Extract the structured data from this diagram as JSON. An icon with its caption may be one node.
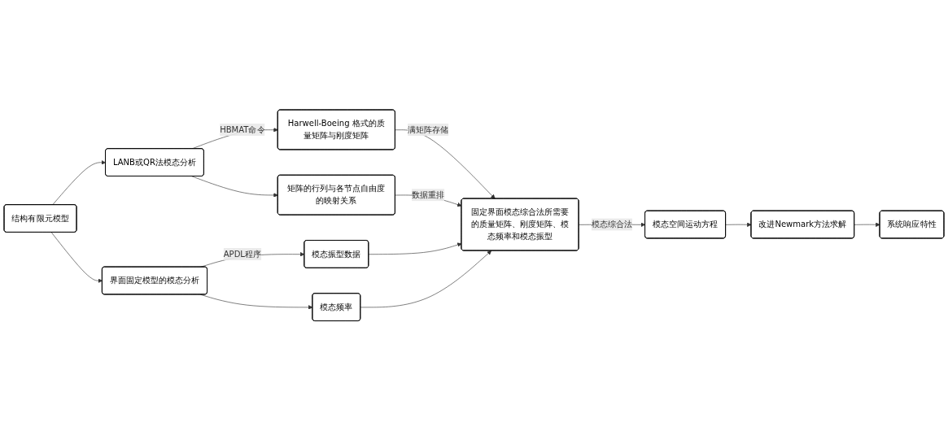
{
  "diagram": {
    "nodes": [
      {
        "text": [
          "LANB或QR法模态分析"
        ]
      },
      {
        "text": [
          "Harwell-Boeing 格式的质量矩阵与刚度矩阵"
        ]
      },
      {
        "text": [
          "矩阵的行列与各节点自由度的映射关系"
        ]
      },
      {
        "text": [
          "结构有限元模型"
        ]
      },
      {
        "text": [
          "模态振型数据"
        ]
      },
      {
        "text": [
          "界面固定模型的模态分析"
        ]
      },
      {
        "text": [
          "模态频率"
        ]
      },
      {
        "text": [
          "固定界面模态综合法所需要的质量矩阵、刚度矩阵、模态频率和模态振型"
        ]
      },
      {
        "text": [
          "系统响应特性"
        ]
      },
      {
        "text": [
          "改进Newmark方法求解"
        ]
      },
      {
        "text": [
          "模态空间运动方程"
        ]
      }
    ],
    "edges": [
      {
        "from": 3,
        "to": 0,
        "arrow": "to"
      },
      {
        "from": 3,
        "to": 5,
        "arrow": "to"
      },
      {
        "from": 0,
        "to": 1,
        "arrow": "to",
        "label": "HBMAT命令"
      },
      {
        "from": 0,
        "to": 2,
        "arrow": "to"
      },
      {
        "from": 1,
        "to": 7,
        "arrow": "to",
        "label": "满矩阵存储"
      },
      {
        "from": 2,
        "to": 7,
        "arrow": "to",
        "label": "数据重排"
      },
      {
        "from": 4,
        "to": 7,
        "arrow": "to"
      },
      {
        "from": 5,
        "to": 4,
        "arrow": "to",
        "label": "APDL程序"
      },
      {
        "from": 5,
        "to": 6,
        "arrow": "to"
      },
      {
        "from": 6,
        "to": 7,
        "arrow": "to"
      },
      {
        "from": 7,
        "to": 10,
        "arrow": "to",
        "label": "模态综合法"
      },
      {
        "from": 10,
        "to": 9,
        "arrow": "to"
      },
      {
        "from": 9,
        "to": 8,
        "arrow": "to"
      }
    ]
  }
}
